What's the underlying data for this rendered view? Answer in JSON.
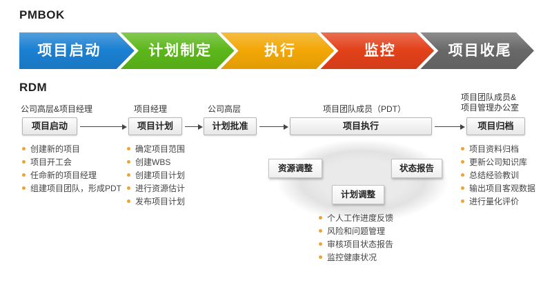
{
  "theme": {
    "bullet_color": "#eca33a",
    "arrow_line_color": "#444444"
  },
  "pmbok": {
    "label": "PMBOK",
    "phases": [
      {
        "label": "项目启动",
        "color": "#1b80d1"
      },
      {
        "label": "计划制定",
        "color": "#5cb71a"
      },
      {
        "label": "执行",
        "color": "#f2a705"
      },
      {
        "label": "监控",
        "color": "#e2411a"
      },
      {
        "label": "项目收尾",
        "color": "#686868"
      }
    ]
  },
  "rdm": {
    "label": "RDM",
    "stages": [
      {
        "role": "公司高层&项目经理",
        "box": "项目启动",
        "bullets": [
          "创建新的项目",
          "项目开工会",
          "任命新的项目经理",
          "组建项目团队，形成PDT"
        ]
      },
      {
        "role": "项目经理",
        "box": "项目计划",
        "bullets": [
          "确定项目范围",
          "创建WBS",
          "创建项目计划",
          "进行资源估计",
          "发布项目计划"
        ]
      },
      {
        "role": "公司高层",
        "box": "计划批准",
        "bullets": []
      },
      {
        "role": "项目团队成员（PDT）",
        "box": "项目执行",
        "sub_boxes": [
          "资源调整",
          "状态报告",
          "计划调整"
        ],
        "bullets": [
          "个人工作进度反馈",
          "风险和问题管理",
          "审核项目状态报告",
          "监控健康状况"
        ]
      },
      {
        "role_lines": [
          "项目团队成员&",
          "项目管理办公室"
        ],
        "box": "项目归档",
        "bullets": [
          "项目资料归档",
          "更新公司知识库",
          "总结经验教训",
          "输出项目客观数据",
          "进行量化评价"
        ]
      }
    ]
  }
}
